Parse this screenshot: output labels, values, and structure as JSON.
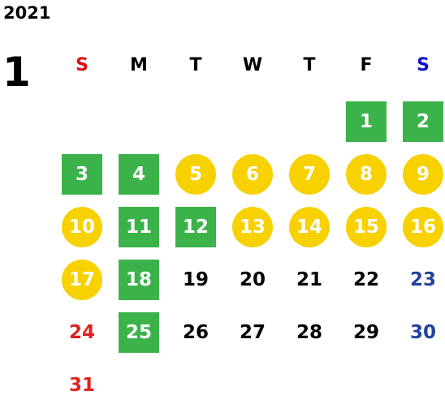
{
  "calendar": {
    "year": "2021",
    "month": "1",
    "weekdays": [
      {
        "label": "S",
        "color": "#e01010"
      },
      {
        "label": "M",
        "color": "#000000"
      },
      {
        "label": "T",
        "color": "#000000"
      },
      {
        "label": "W",
        "color": "#000000"
      },
      {
        "label": "T",
        "color": "#000000"
      },
      {
        "label": "F",
        "color": "#000000"
      },
      {
        "label": "S",
        "color": "#1010d0"
      }
    ],
    "days": [
      {
        "day": "1",
        "style": "green"
      },
      {
        "day": "2",
        "style": "green"
      },
      {
        "day": "3",
        "style": "green"
      },
      {
        "day": "4",
        "style": "green"
      },
      {
        "day": "5",
        "style": "yellow"
      },
      {
        "day": "6",
        "style": "yellow"
      },
      {
        "day": "7",
        "style": "yellow"
      },
      {
        "day": "8",
        "style": "yellow"
      },
      {
        "day": "9",
        "style": "yellow"
      },
      {
        "day": "10",
        "style": "yellow"
      },
      {
        "day": "11",
        "style": "green"
      },
      {
        "day": "12",
        "style": "green"
      },
      {
        "day": "13",
        "style": "yellow"
      },
      {
        "day": "14",
        "style": "yellow"
      },
      {
        "day": "15",
        "style": "yellow"
      },
      {
        "day": "16",
        "style": "yellow"
      },
      {
        "day": "17",
        "style": "yellow"
      },
      {
        "day": "18",
        "style": "green"
      },
      {
        "day": "19",
        "style": "plain"
      },
      {
        "day": "20",
        "style": "plain"
      },
      {
        "day": "21",
        "style": "plain"
      },
      {
        "day": "22",
        "style": "plain"
      },
      {
        "day": "23",
        "style": "sat"
      },
      {
        "day": "24",
        "style": "sun"
      },
      {
        "day": "25",
        "style": "green"
      },
      {
        "day": "26",
        "style": "plain"
      },
      {
        "day": "27",
        "style": "plain"
      },
      {
        "day": "28",
        "style": "plain"
      },
      {
        "day": "29",
        "style": "plain"
      },
      {
        "day": "30",
        "style": "sat"
      },
      {
        "day": "31",
        "style": "sun"
      }
    ],
    "colors": {
      "green": "#3cb34a",
      "yellow": "#f7d100",
      "sunday_text": "#e02020",
      "saturday_text": "#22439c"
    }
  }
}
